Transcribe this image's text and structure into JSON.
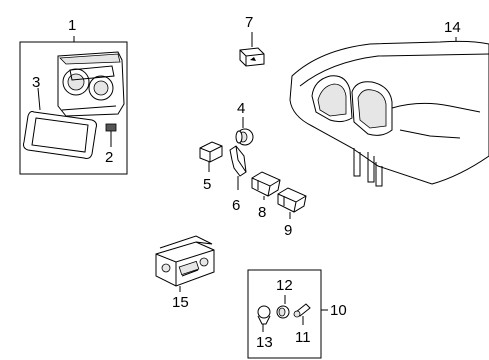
{
  "callouts": {
    "n1": "1",
    "n2": "2",
    "n3": "3",
    "n4": "4",
    "n5": "5",
    "n6": "6",
    "n7": "7",
    "n8": "8",
    "n9": "9",
    "n10": "10",
    "n11": "11",
    "n12": "12",
    "n13": "13",
    "n14": "14",
    "n15": "15"
  }
}
